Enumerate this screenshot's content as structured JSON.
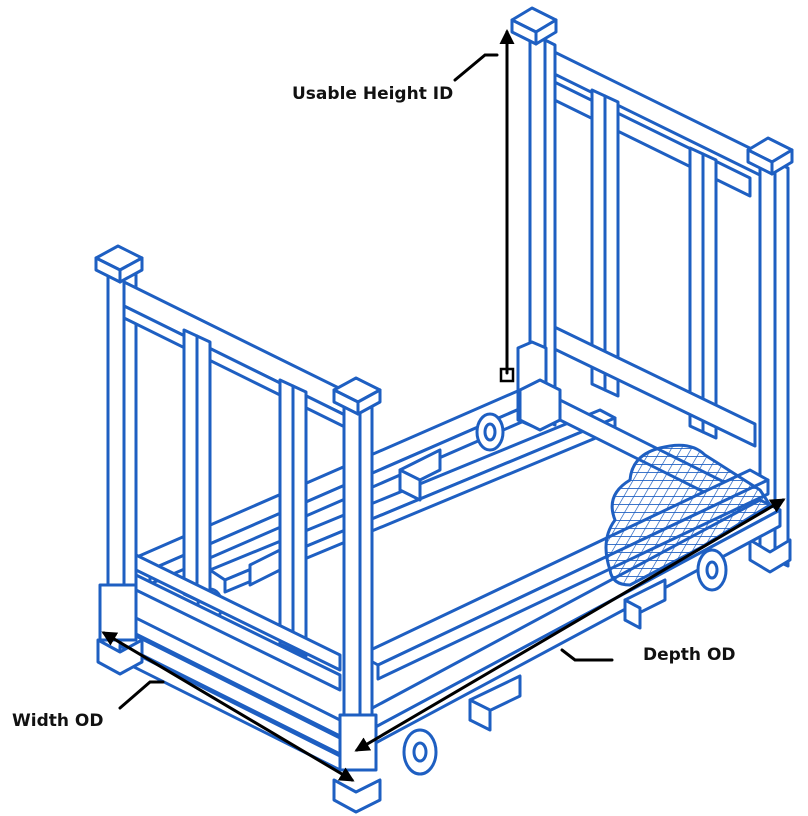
{
  "labels": {
    "usable_height": "Usable Height ID",
    "depth": "Depth OD",
    "width": "Width OD"
  },
  "colors": {
    "frame": "#1E5FC2",
    "frame_fill": "#ffffff",
    "dimension_line": "#000000",
    "background": "#ffffff"
  }
}
